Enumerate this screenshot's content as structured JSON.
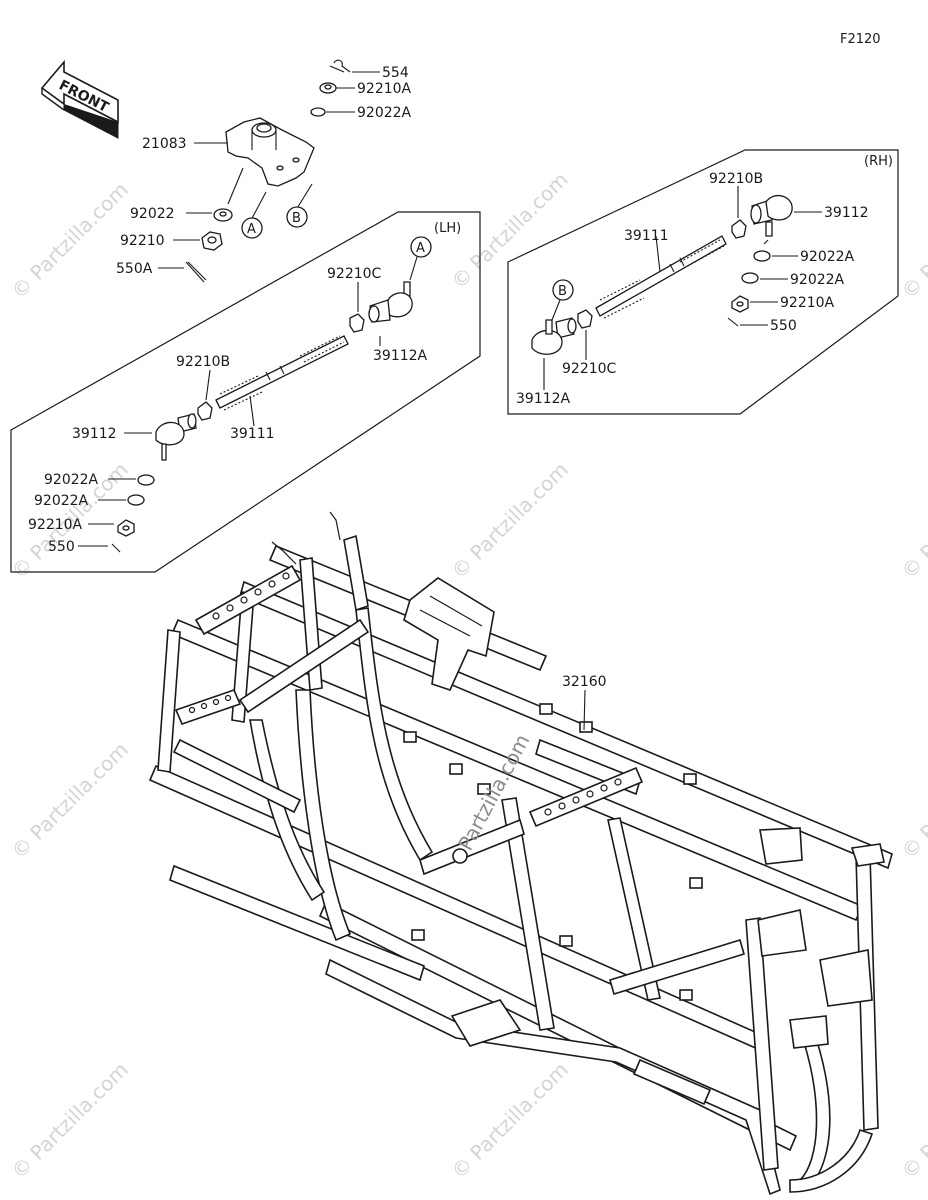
{
  "diagram_code": "F2120",
  "front_label": "FRONT",
  "watermark_text": "© Partzilla.com",
  "center_watermark": "Partzilla.com",
  "panels": {
    "lh_label": "(LH)",
    "rh_label": "(RH)"
  },
  "ref_markers": {
    "a": "A",
    "b": "B"
  },
  "parts_top": {
    "p554": "554",
    "p92210A": "92210A",
    "p92022A": "92022A",
    "p21083": "21083",
    "p92022": "92022",
    "p92210": "92210",
    "p550A": "550A"
  },
  "parts_lh": {
    "p92210C": "92210C",
    "p39112A": "39112A",
    "p92210B": "92210B",
    "p39111": "39111",
    "p39112": "39112",
    "p92022A_1": "92022A",
    "p92022A_2": "92022A",
    "p92210A": "92210A",
    "p550": "550"
  },
  "parts_rh": {
    "p92210B": "92210B",
    "p39112": "39112",
    "p39111": "39111",
    "p92022A_1": "92022A",
    "p92022A_2": "92022A",
    "p92210A": "92210A",
    "p550": "550",
    "p92210C": "92210C",
    "p39112A": "39112A"
  },
  "frame_part": "32160",
  "colors": {
    "line": "#1a1a1a",
    "watermark": "#d4d4d4",
    "background": "#ffffff"
  }
}
